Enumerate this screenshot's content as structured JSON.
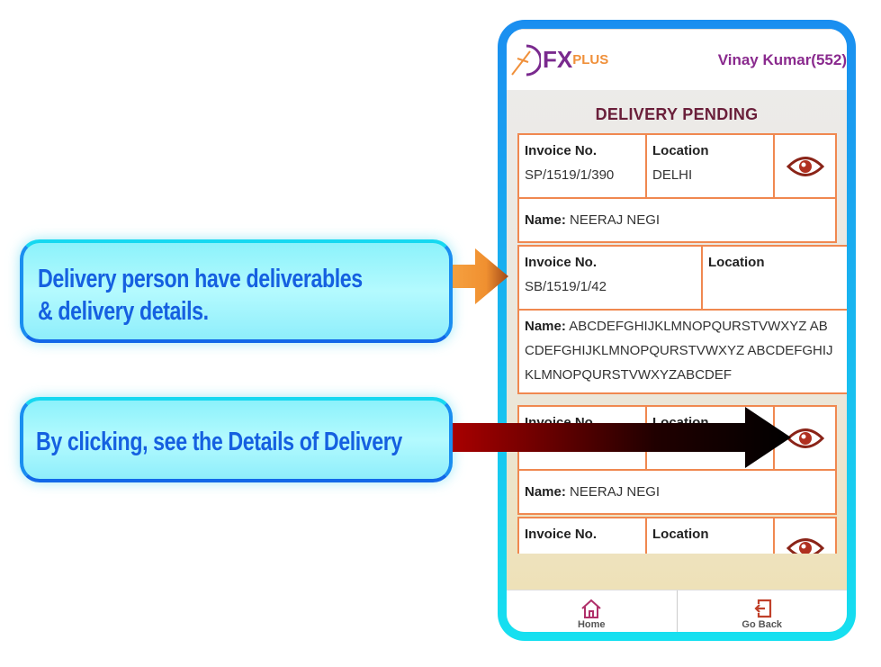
{
  "callouts": {
    "top": {
      "line1": "Delivery person have deliverables",
      "line2": "& delivery details."
    },
    "bottom": "By clicking, see the Details of Delivery"
  },
  "app": {
    "logo_fx": "FX",
    "logo_plus": "PLUS",
    "user": "Vinay Kumar(552)",
    "title": "DELIVERY PENDING"
  },
  "labels": {
    "invoice": "Invoice No.",
    "location": "Location",
    "name": "Name:"
  },
  "cards": [
    {
      "invoice": "SP/1519/1/390",
      "location": "DELHI",
      "name": "NEERAJ NEGI"
    },
    {
      "invoice": "SB/1519/1/42",
      "location": "",
      "name": "ABCDEFGHIJKLMNOPQURSTVWXYZ ABCDEFGHIJKLMNOPQURSTVWXYZ ABCDEFGHIJKLMNOPQURSTVWXYZABCDEF"
    },
    {
      "invoice": "",
      "location": "",
      "name": "NEERAJ NEGI"
    },
    {
      "invoice": "",
      "location": ""
    }
  ],
  "footer": {
    "home": "Home",
    "back": "Go Back"
  },
  "colors": {
    "accent": "#f08850",
    "brand": "#7a2a8e",
    "title": "#6a1f3a",
    "callout_text": "#1560e0"
  }
}
